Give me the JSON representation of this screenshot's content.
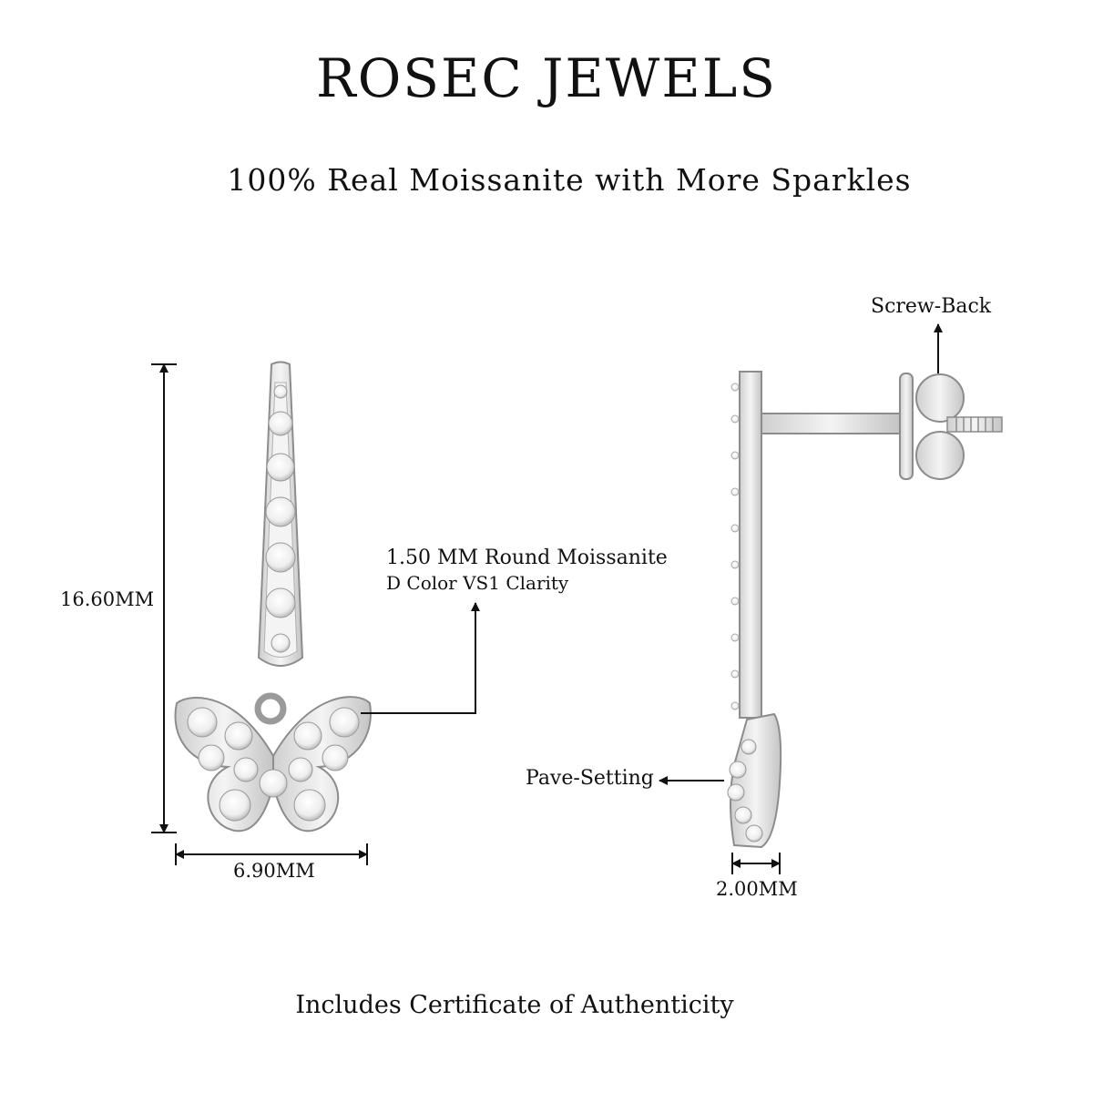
{
  "brand": "ROSEC JEWELS",
  "tagline": "100% Real Moissanite with More Sparkles",
  "dimensions": {
    "height": "16.60MM",
    "width": "6.90MM",
    "depth": "2.00MM"
  },
  "stone": {
    "line1": "1.50 MM Round Moissanite",
    "line2": "D Color VS1 Clarity"
  },
  "labels": {
    "screw_back": "Screw-Back",
    "pave_setting": "Pave-Setting"
  },
  "footer": "Includes Certificate of Authenticity",
  "colors": {
    "text": "#111111",
    "metal": "#e6e6e6",
    "metal_edge": "#9a9a9a",
    "stone": "#f7f7f7"
  }
}
